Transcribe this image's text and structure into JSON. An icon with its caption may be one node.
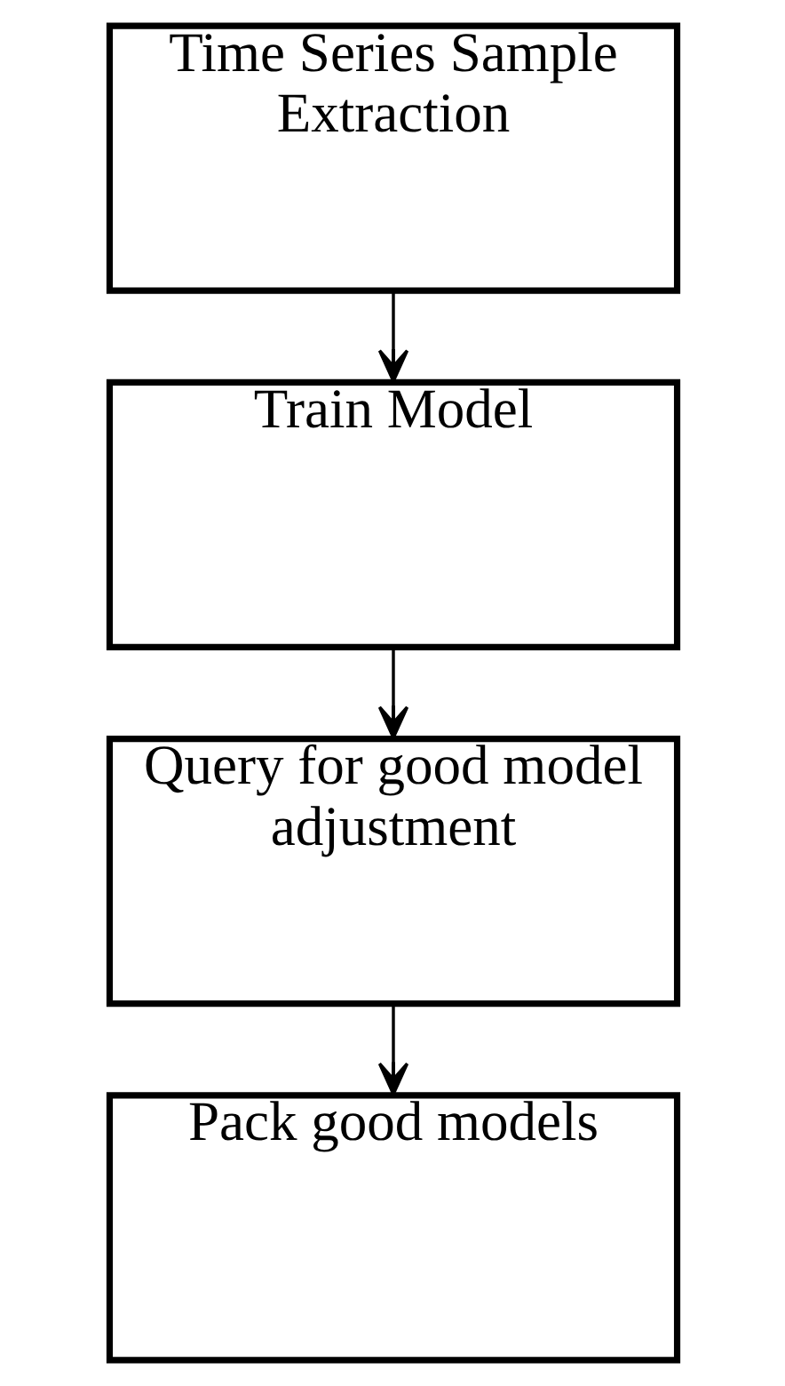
{
  "diagram": {
    "nodes": [
      {
        "text": [
          "Time Series Sample Extraction"
        ]
      },
      {
        "text": [
          "Train Model"
        ]
      },
      {
        "text": [
          "Query for good model adjustment"
        ]
      },
      {
        "text": [
          "Pack good models"
        ]
      }
    ],
    "edges": [
      {
        "from": 0,
        "to": 1,
        "arrow": "to"
      },
      {
        "from": 1,
        "to": 2,
        "arrow": "to"
      },
      {
        "from": 2,
        "to": 3,
        "arrow": "to"
      }
    ]
  }
}
